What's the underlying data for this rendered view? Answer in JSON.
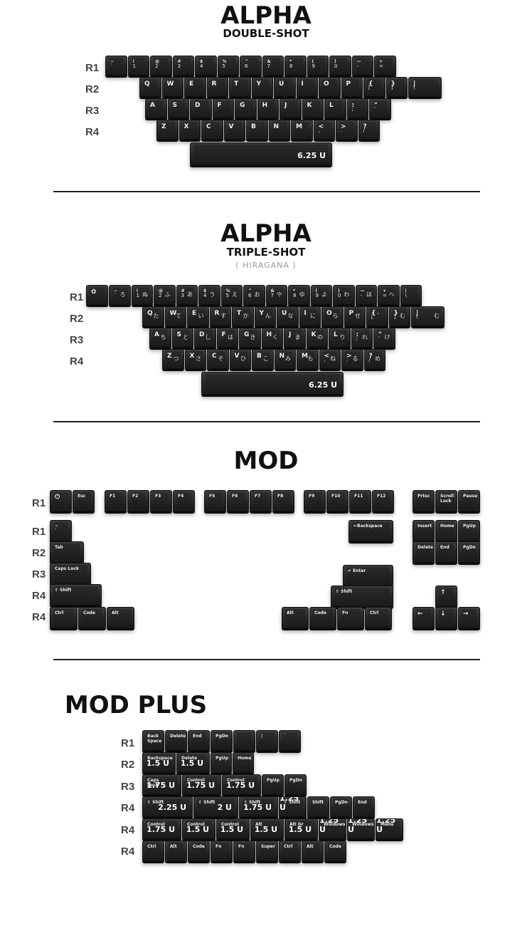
{
  "sections": {
    "alpha_double": {
      "title": "ALPHA",
      "subtitle": "DOUBLE-SHOT"
    },
    "alpha_triple": {
      "title": "ALPHA",
      "subtitle": "TRIPLE-SHOT",
      "subtitle2": "( HIRAGANA )"
    },
    "mod": {
      "title": "MOD"
    },
    "mod_plus": {
      "title": "MOD PLUS"
    }
  },
  "row_labels": {
    "alpha": [
      "R1",
      "R2",
      "R3",
      "R4"
    ],
    "mod": [
      "R1",
      "R1",
      "R2",
      "R3",
      "R4",
      "R4"
    ],
    "mod_plus": [
      "R1",
      "R2",
      "R3",
      "R4",
      "R4",
      "R4"
    ]
  },
  "alpha_double": {
    "r1": [
      [
        "~",
        "`"
      ],
      [
        "!",
        "1"
      ],
      [
        "@",
        "2"
      ],
      [
        "#",
        "3"
      ],
      [
        "$",
        "4"
      ],
      [
        "%",
        "5"
      ],
      [
        "^",
        "6"
      ],
      [
        "&",
        "7"
      ],
      [
        "*",
        "8"
      ],
      [
        "(",
        "9"
      ],
      [
        ")",
        "0"
      ],
      [
        "—",
        "-"
      ],
      [
        "+",
        "="
      ]
    ],
    "r2": [
      [
        "Q",
        ""
      ],
      [
        "W",
        ""
      ],
      [
        "E",
        ""
      ],
      [
        "R",
        ""
      ],
      [
        "T",
        ""
      ],
      [
        "Y",
        ""
      ],
      [
        "U",
        ""
      ],
      [
        "I",
        ""
      ],
      [
        "O",
        ""
      ],
      [
        "P",
        ""
      ],
      [
        "{",
        "["
      ],
      [
        "}",
        "]"
      ],
      [
        "|",
        "\\"
      ]
    ],
    "r3": [
      [
        "A",
        ""
      ],
      [
        "S",
        ""
      ],
      [
        "D",
        ""
      ],
      [
        "F",
        ""
      ],
      [
        "G",
        ""
      ],
      [
        "H",
        ""
      ],
      [
        "J",
        ""
      ],
      [
        "K",
        ""
      ],
      [
        "L",
        ""
      ],
      [
        ":",
        ";"
      ],
      [
        "\"",
        "'"
      ]
    ],
    "r4": [
      [
        "Z",
        ""
      ],
      [
        "X",
        ""
      ],
      [
        "C",
        ""
      ],
      [
        "V",
        ""
      ],
      [
        "B",
        ""
      ],
      [
        "N",
        ""
      ],
      [
        "M",
        ""
      ],
      [
        "<",
        ","
      ],
      [
        ">",
        "."
      ],
      [
        "?",
        "/"
      ]
    ],
    "space": "6.25 U"
  },
  "alpha_triple": {
    "r1": [
      [
        "~",
        "`",
        "ろ"
      ],
      [
        "!",
        "1",
        "ぬ"
      ],
      [
        "@",
        "2",
        "ふ"
      ],
      [
        "#",
        "3",
        "あ"
      ],
      [
        "$",
        "4",
        "う"
      ],
      [
        "%",
        "5",
        "え"
      ],
      [
        "^",
        "6",
        "お"
      ],
      [
        "&",
        "7",
        "や"
      ],
      [
        "*",
        "8",
        "ゆ"
      ],
      [
        "(",
        "9",
        "よ"
      ],
      [
        ")",
        "0",
        "わ"
      ],
      [
        "—",
        "-",
        "ほ"
      ],
      [
        "+",
        "=",
        "へ"
      ],
      [
        "|",
        "\\",
        ""
      ]
    ],
    "r2": [
      [
        "Q",
        "",
        "た"
      ],
      [
        "W",
        "",
        "て"
      ],
      [
        "E",
        "",
        "い"
      ],
      [
        "R",
        "",
        "す"
      ],
      [
        "T",
        "",
        "か"
      ],
      [
        "Y",
        "",
        "ん"
      ],
      [
        "U",
        "",
        "な"
      ],
      [
        "I",
        "",
        "に"
      ],
      [
        "O",
        "",
        "ら"
      ],
      [
        "P",
        "",
        "せ"
      ],
      [
        "{",
        "[",
        "゛"
      ],
      [
        "}",
        "]",
        "む"
      ],
      [
        "|",
        "\\",
        "む"
      ]
    ],
    "r3": [
      [
        "A",
        "",
        "ち"
      ],
      [
        "S",
        "",
        "と"
      ],
      [
        "D",
        "",
        "し"
      ],
      [
        "F",
        "",
        "は"
      ],
      [
        "G",
        "",
        "き"
      ],
      [
        "H",
        "",
        "く"
      ],
      [
        "J",
        "",
        "ま"
      ],
      [
        "K",
        "",
        "の"
      ],
      [
        "L",
        "",
        "り"
      ],
      [
        ":",
        ";",
        "れ"
      ],
      [
        "\"",
        "'",
        "け"
      ]
    ],
    "r4": [
      [
        "Z",
        "",
        "つ"
      ],
      [
        "X",
        "",
        "さ"
      ],
      [
        "C",
        "",
        "そ"
      ],
      [
        "V",
        "",
        "ひ"
      ],
      [
        "B",
        "",
        "こ"
      ],
      [
        "N",
        "",
        "み"
      ],
      [
        "M",
        "",
        "も"
      ],
      [
        "<",
        ",",
        "ね"
      ],
      [
        ">",
        ".",
        "る"
      ],
      [
        "?",
        "/",
        "め"
      ]
    ],
    "space": "6.25 U"
  },
  "mod": {
    "fn_row": [
      "Esc",
      "F1",
      "F2",
      "F3",
      "F4",
      "F5",
      "F6",
      "F7",
      "F8",
      "F9",
      "F10",
      "F11",
      "F12"
    ],
    "nav_top": [
      "Prtsc",
      "Scroll\nLock",
      "Pause"
    ],
    "nav_mid1": [
      "Insert",
      "Home",
      "PgUp"
    ],
    "nav_mid2": [
      "Delete",
      "End",
      "PgDn"
    ],
    "tilde": "~\n`",
    "tab": "Tab",
    "caps": "Caps Lock",
    "lshift": "Shift",
    "bottom_left": [
      "Ctrl",
      "Code",
      "Alt"
    ],
    "backspace": "Backspace",
    "enter": "Enter",
    "rshift": "Shift",
    "bottom_right": [
      "Alt",
      "Code",
      "Fn",
      "Ctrl"
    ],
    "arrows": [
      "↑",
      "←",
      "↓",
      "→"
    ]
  },
  "mod_plus": {
    "r1": [
      "Back\nSpace",
      "Delete",
      "End",
      "PgDn",
      "",
      "|",
      "`"
    ],
    "r2": [
      [
        "Backspace",
        "1.5 U"
      ],
      [
        "Delete",
        "1.5 U"
      ],
      [
        "PgUp",
        ""
      ],
      [
        "Home",
        ""
      ]
    ],
    "r3": [
      [
        "Caps\nLock",
        "1.75 U"
      ],
      [
        "Control",
        "1.75 U"
      ],
      [
        "Control",
        "1.75 U"
      ],
      [
        "PgUp",
        ""
      ],
      [
        "PgDn",
        ""
      ]
    ],
    "r4": [
      [
        "Shift",
        "2.25 U"
      ],
      [
        "Shift",
        "2 U"
      ],
      [
        "Shift",
        "1.75 U"
      ],
      [
        "Shift",
        "1.25 U"
      ],
      [
        "Shift",
        ""
      ],
      [
        "PgDn",
        ""
      ],
      [
        "End",
        ""
      ]
    ],
    "r5": [
      [
        "Control",
        "1.75 U"
      ],
      [
        "Control",
        "1.5 U"
      ],
      [
        "Control",
        "1.5 U"
      ],
      [
        "Alt",
        "1.5 U"
      ],
      [
        "Alt Gr",
        "1.5 U"
      ],
      [
        "Windows",
        "1.25 U"
      ],
      [
        "Windows",
        "1.25 U"
      ],
      [
        "Menu",
        "1.25 U"
      ]
    ],
    "r6": [
      "Ctrl",
      "Alt",
      "Code",
      "Fn",
      "Fn",
      "Super",
      "Ctrl",
      "Alt",
      "Code"
    ]
  }
}
